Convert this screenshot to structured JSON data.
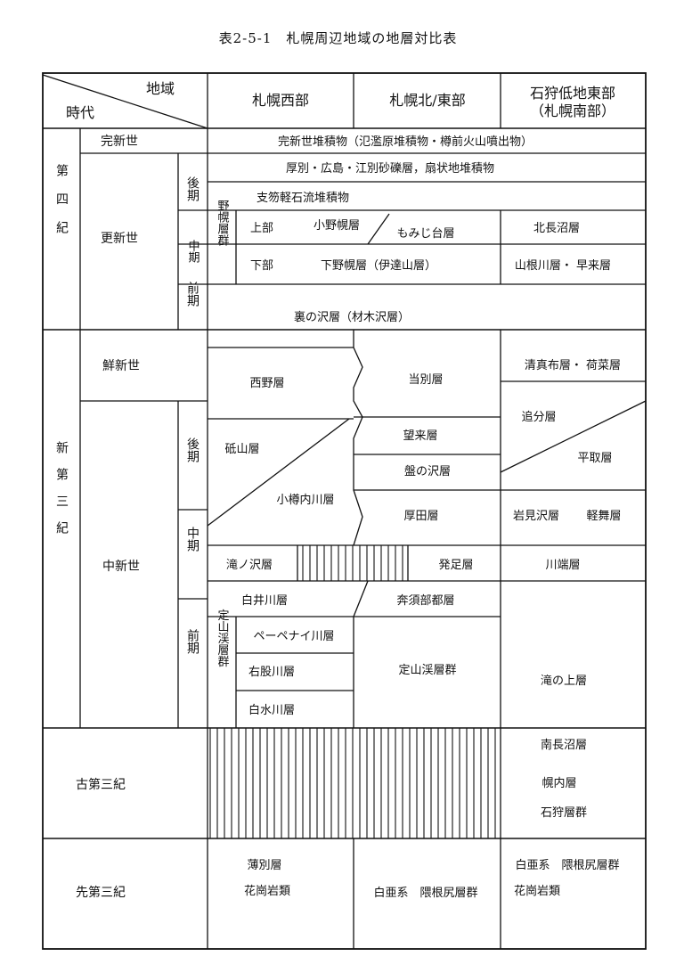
{
  "title": "表2-5-1　札幌周辺地域の地層対比表",
  "header": {
    "region_label": "地域",
    "era_label": "時代",
    "col_west": "札幌西部",
    "col_north_east": "札幌北/東部",
    "col_ishikari_1": "石狩低地東部",
    "col_ishikari_2": "（札幌南部）"
  },
  "periods": {
    "quaternary": "第四紀",
    "neogene": "新第三紀",
    "paleogene": "古第三紀",
    "pre_tertiary": "先第三紀"
  },
  "epochs": {
    "holocene": "完新世",
    "pleistocene": "更新世",
    "pliocene": "鮮新世",
    "miocene": "中新世"
  },
  "subepochs": {
    "late": "後期",
    "middle": "中期",
    "early": "前期"
  },
  "groups": {
    "nopporo": "野幌層群",
    "upper": "上部",
    "lower": "下部",
    "jozankei": "定山渓層群"
  },
  "formations": {
    "holocene_deposits": "完新世堆積物（氾濫原堆積物・樽前火山噴出物）",
    "atsubetsu": "厚別・広島・江別砂礫層，扇状地堆積物",
    "shikotsu": "支笏軽石流堆積物",
    "onopporo": "小野幌層",
    "momijidai": "もみじ台層",
    "kitanaganuma": "北長沼層",
    "shimonopporo": "下野幌層（伊達山層）",
    "yamanekawa": "山根川層・ 早来層",
    "uranosawa": "裏の沢層（材木沢層）",
    "nishino": "西野層",
    "toubetsu": "当別層",
    "kiyomappu": "清真布層・ 荷菜層",
    "oiwake": "追分層",
    "hiratori": "平取層",
    "toyama": "砥山層",
    "bourai": "望来層",
    "banosawa": "盤の沢層",
    "otarunaigawa": "小樽内川層",
    "atsuta": "厚田層",
    "iwamisawa": "岩見沢層",
    "karumai": "軽舞層",
    "takinosawa": "滝ノ沢層",
    "hattari": "発足層",
    "kawabata": "川端層",
    "shiraigawa": "白井川層",
    "hontsube": "奔須部都層",
    "pepenai": "ペーペナイ川層",
    "matagawa": "右股川層",
    "shiromizugawa": "白水川層",
    "jozankei_group": "定山渓層群",
    "takinoue": "滝の上層",
    "minaminaganuma": "南長沼層",
    "horonai": "幌内層",
    "ishikari_group": "石狩層群",
    "usubetsu": "薄別層",
    "granite_west": "花崗岩類",
    "cretaceous_mid": "白亜系　隈根尻層群",
    "cretaceous_right": "白亜系　隈根尻層群",
    "granite_right": "花崗岩類"
  }
}
